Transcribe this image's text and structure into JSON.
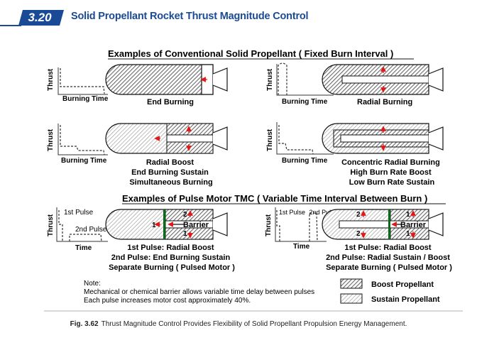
{
  "section": {
    "number": "3.20",
    "title": "Solid Propellant Rocket Thrust Magnitude Control",
    "badge_color": "#1a4a96"
  },
  "headings": {
    "conventional": "Examples of Conventional Solid Propellant ( Fixed Burn Interval )",
    "pulse": "Examples of Pulse Motor TMC ( Variable Time Interval Between Burn )"
  },
  "axes": {
    "thrust": "Thrust",
    "burning_time": "Burning Time",
    "time": "Time"
  },
  "panels": {
    "end_burning": {
      "label": "End Burning"
    },
    "radial_burning": {
      "label": "Radial Burning"
    },
    "radial_boost": {
      "lines": [
        "Radial Boost",
        "End Burning Sustain",
        "Simultaneous Burning"
      ]
    },
    "concentric": {
      "lines": [
        "Concentric Radial Burning",
        "High Burn Rate Boost",
        "Low Burn Rate Sustain"
      ]
    },
    "pulse_end": {
      "pulse1": "1st Pulse",
      "pulse2": "2nd Pulse",
      "barrier": "Barrier",
      "lines": [
        "1st Pulse: Radial Boost",
        "2nd Pulse: End Burning Sustain",
        "Separate Burning ( Pulsed Motor )"
      ],
      "marks": [
        "1",
        "2",
        "1"
      ]
    },
    "pulse_radial": {
      "pulse1": "1st Pulse",
      "pulse2": "2nd Pulse",
      "barrier": "Barrier",
      "lines": [
        "1st Pulse: Radial Boost",
        "2nd Pulse: Radial Sustain / Boost",
        "Separate Burning ( Pulsed Motor )"
      ],
      "marks": [
        "2",
        "1",
        "2",
        "1"
      ]
    }
  },
  "note": {
    "title": "Note:",
    "lines": [
      "Mechanical or chemical barrier allows variable time delay between pulses",
      "Each pulse increases motor cost approximately 40%."
    ]
  },
  "legend": {
    "boost": "Boost Propellant",
    "sustain": "Sustain Propellant"
  },
  "caption": {
    "fig": "Fig. 3.62",
    "text": "Thrust Magnitude Control Provides Flexibility of Solid Propellant Propulsion Energy Management."
  },
  "colors": {
    "arrow_red": "#e01818",
    "barrier_green": "#0a6a1a",
    "heading_blue": "#1a4a96"
  }
}
